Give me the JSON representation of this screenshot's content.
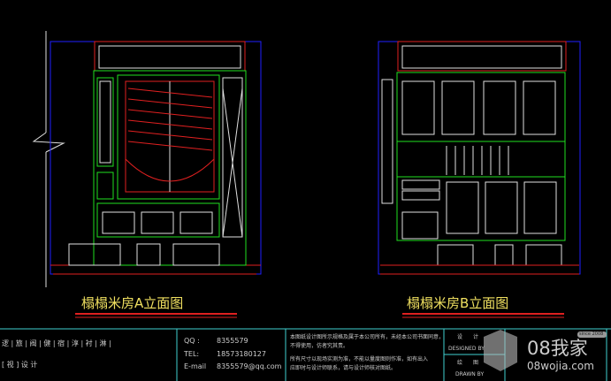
{
  "drawings": {
    "a_title": "榻榻米房A立面图",
    "b_title": "榻榻米房B立面图"
  },
  "title_block": {
    "company": "逻 | 旅 | 阀 | 健 | 宿 | 淳 | 衬 | 淋 |",
    "dept": "[ 视 ] 设 计",
    "qq_label": "QQ :",
    "qq_value": "8355579",
    "tel_label": "TEL:",
    "tel_value": "18573180127",
    "email_label": "E-mail",
    "email_value": "8355579@qq.com",
    "note1": "本图纸设计图所示规格及属于本公司所有，未经本公司书面同意，",
    "note1b": "不得使用，仿者究其责。",
    "note2": "所有尺寸以现场实测为准，不能以量度图则作准，如有出入",
    "note2b": "应即时与设计师联系，请与设计师核对图纸。",
    "designed_cn": "设　　计",
    "designed_en": "DESIGNED BY",
    "drawn_cn": "绘　　图",
    "drawn_en": "DRAWN BY"
  },
  "watermark": {
    "since": "since 2008",
    "brand": "08我家",
    "url": "08wojia.com"
  },
  "colors": {
    "blue": "#2020ff",
    "green": "#20e020",
    "red": "#e02020",
    "white": "#e0e0e0",
    "cyan": "#40d0d0",
    "yellow": "#f0e060"
  }
}
